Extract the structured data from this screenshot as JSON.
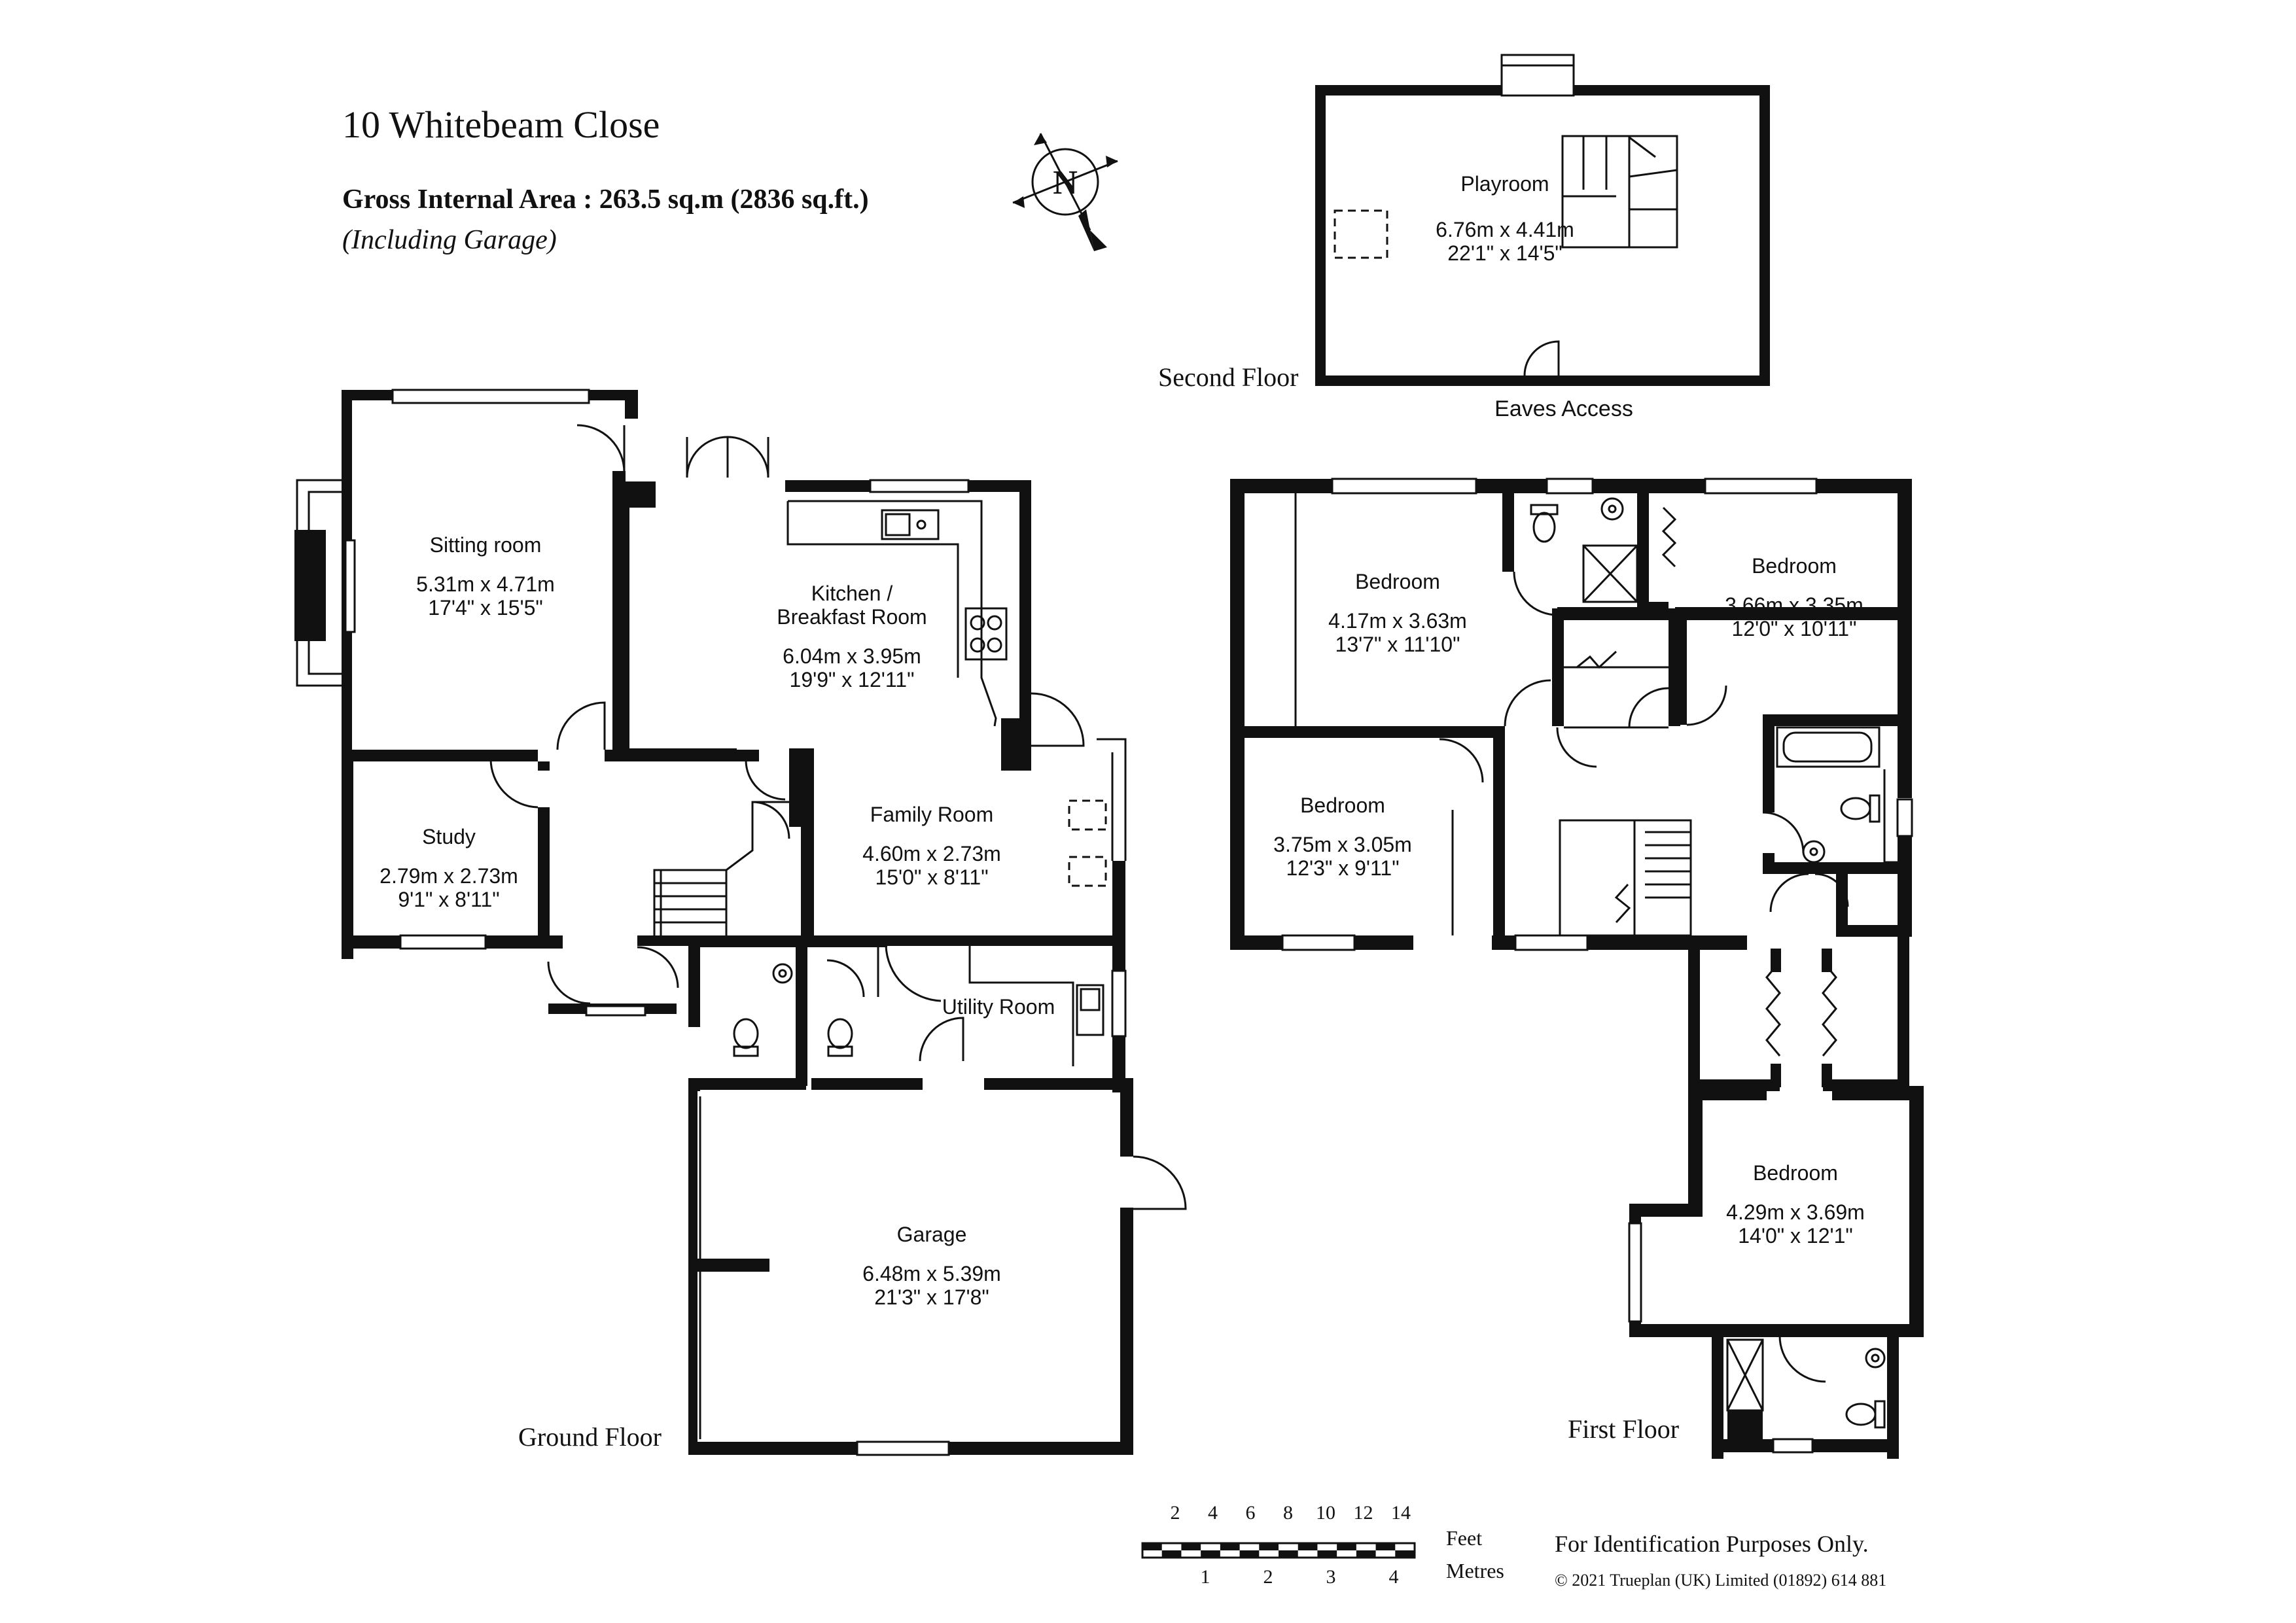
{
  "property": {
    "title": "10 Whitebeam Close",
    "gross_internal_area": "Gross Internal Area  :  263.5 sq.m   (2836 sq.ft.)",
    "note": "(Including Garage)"
  },
  "compass": {
    "letter": "N",
    "icon": "compass-north-icon"
  },
  "floors": {
    "ground": "Ground Floor",
    "first": "First Floor",
    "second": "Second Floor"
  },
  "eaves_access": "Eaves Access",
  "rooms": {
    "playroom": {
      "name": "Playroom",
      "metric": "6.76m  x  4.41m",
      "imperial": "22'1\"  x  14'5\""
    },
    "sitting_room": {
      "name": "Sitting room",
      "metric": "5.31m  x  4.71m",
      "imperial": "17'4\"  x  15'5\""
    },
    "kitchen": {
      "name": "Kitchen /",
      "name2": "Breakfast Room",
      "metric": "6.04m  x  3.95m",
      "imperial": "19'9\"  x  12'11\""
    },
    "study": {
      "name": "Study",
      "metric": "2.79m  x  2.73m",
      "imperial": "9'1\"  x  8'11\""
    },
    "family_room": {
      "name": "Family Room",
      "metric": "4.60m  x  2.73m",
      "imperial": "15'0\"  x  8'11\""
    },
    "utility_room": {
      "name": "Utility Room"
    },
    "garage": {
      "name": "Garage",
      "metric": "6.48m  x  5.39m",
      "imperial": "21'3\"  x  17'8\""
    },
    "bedroom_1": {
      "name": "Bedroom",
      "metric": "4.17m  x  3.63m",
      "imperial": "13'7\"  x  11'10\""
    },
    "bedroom_2": {
      "name": "Bedroom",
      "metric": "3.66m  x  3.35m",
      "imperial": "12'0\"  x  10'11\""
    },
    "bedroom_3": {
      "name": "Bedroom",
      "metric": "3.75m  x  3.05m",
      "imperial": "12'3\"  x  9'11\""
    },
    "bedroom_4": {
      "name": "Bedroom",
      "metric": "4.29m  x  3.69m",
      "imperial": "14'0\"  x  12'1\""
    }
  },
  "scale_bar": {
    "feet_ticks": [
      "2",
      "4",
      "6",
      "8",
      "10",
      "12",
      "14"
    ],
    "metre_ticks": [
      "1",
      "2",
      "3",
      "4"
    ],
    "feet_label": "Feet",
    "metres_label": "Metres"
  },
  "footer": {
    "disclaimer": "For Identification Purposes Only.",
    "copyright": "© 2021 Trueplan (UK) Limited  (01892) 614 881"
  }
}
